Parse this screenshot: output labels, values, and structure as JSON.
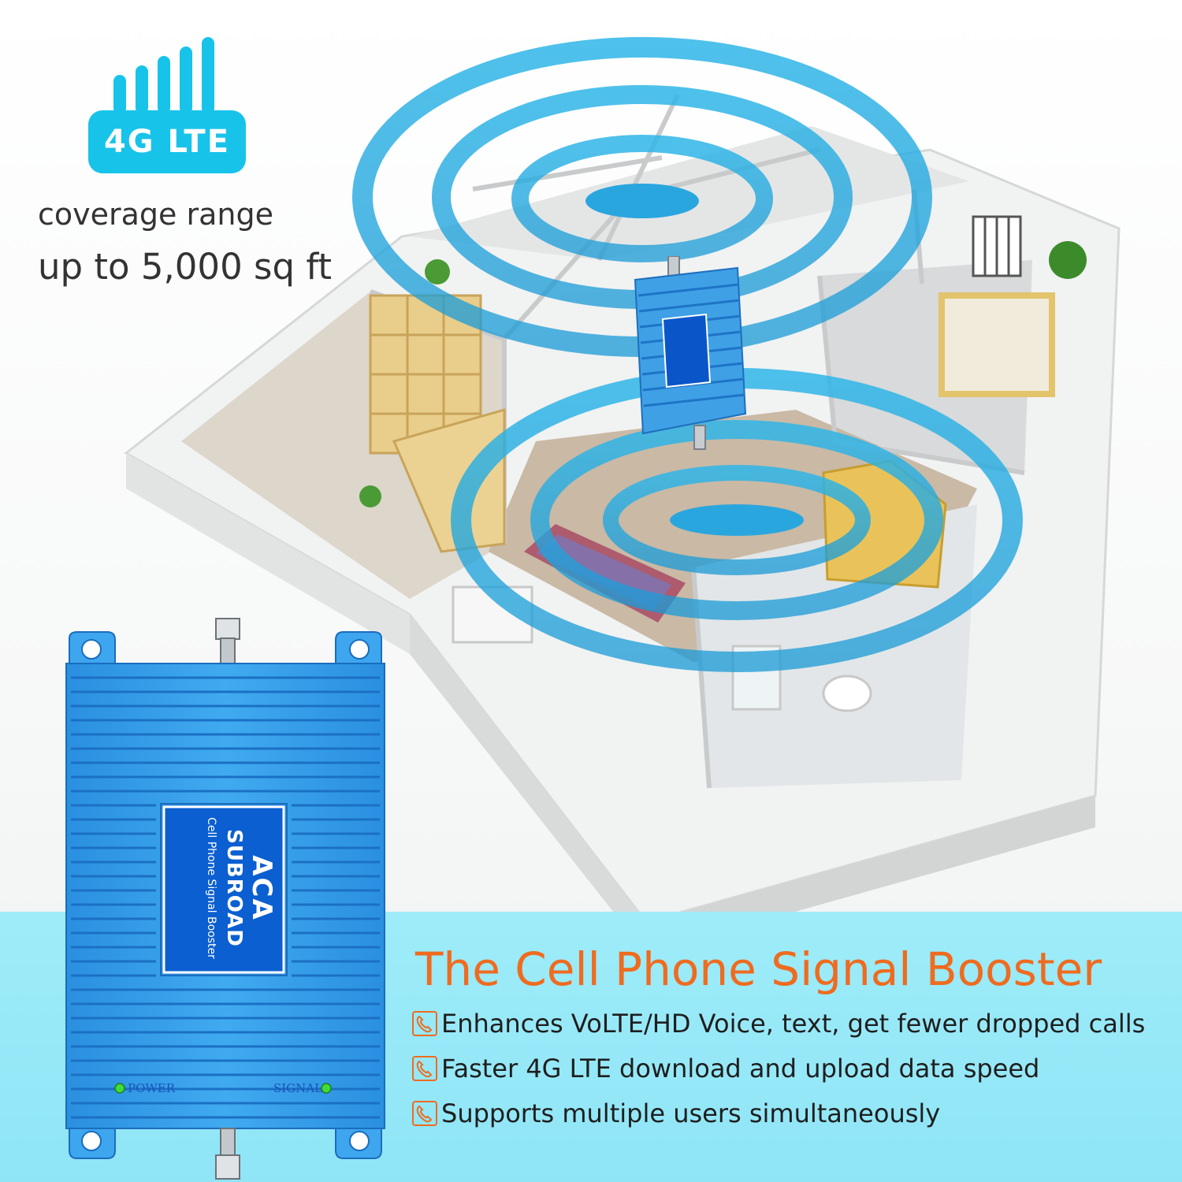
{
  "badge": {
    "signal_icon": "signal-bars-icon",
    "label": "4G LTE",
    "color": "#18c3ea"
  },
  "coverage": {
    "line1": "coverage range",
    "line2": "up to 5,000 sq ft"
  },
  "headline": {
    "text": "The Cell Phone Signal Booster",
    "color": "#ef6b1f"
  },
  "features": [
    {
      "icon": "phone-icon",
      "text": "Enhances VoLTE/HD Voice, text,  get fewer dropped calls"
    },
    {
      "icon": "phone-icon",
      "text": "Faster 4G LTE download and upload data speed"
    },
    {
      "icon": "phone-icon",
      "text": "Supports multiple users simultaneously"
    }
  ],
  "device": {
    "logo": "ACA",
    "brand": "SUBROAD",
    "subtitle": "Cell Phone Signal Booster",
    "power_label": "POWER",
    "signal_label": "SIGNAL",
    "body_color": "#2f9be6",
    "led_color": "#3fdc3a"
  }
}
